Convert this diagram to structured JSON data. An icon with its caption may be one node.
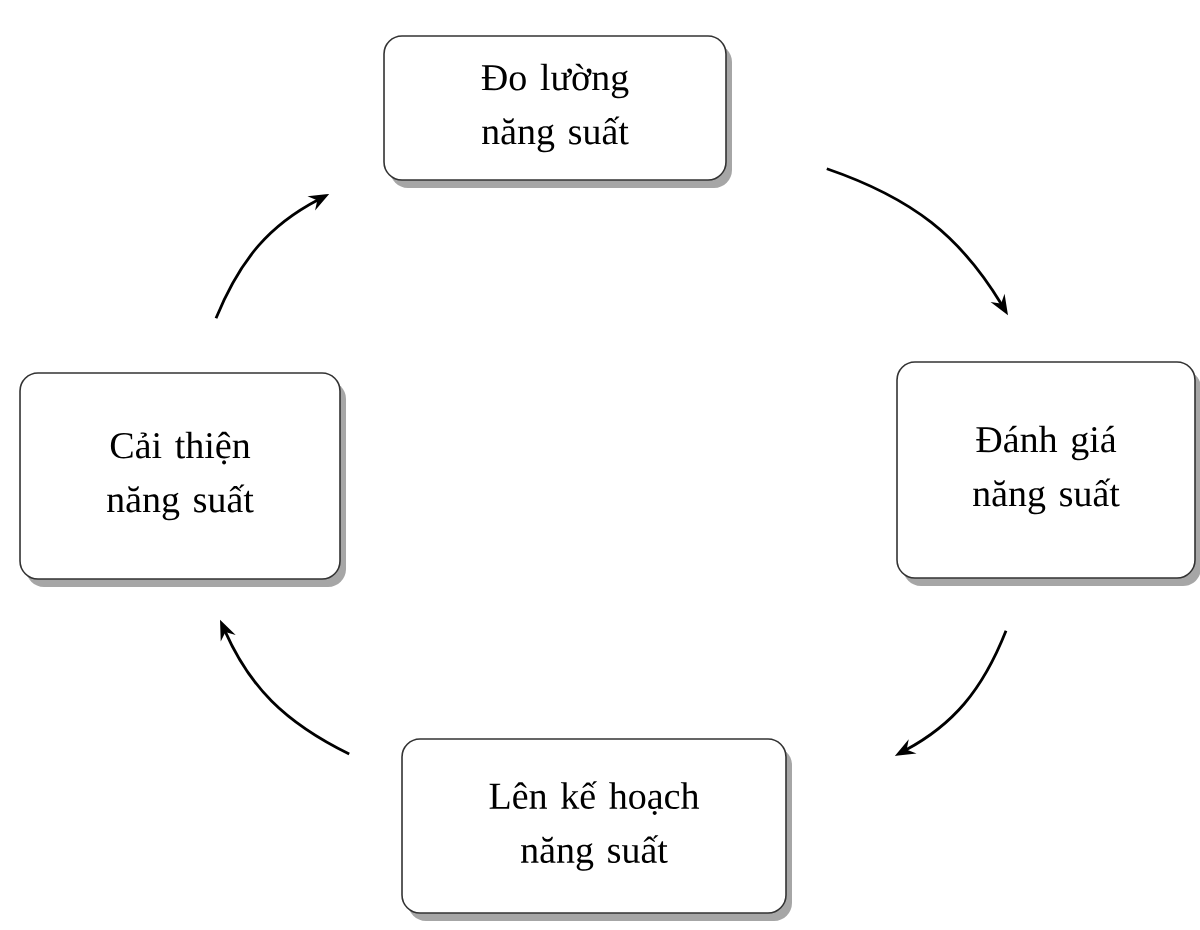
{
  "diagram": {
    "nodes": [
      {
        "text": [
          "Đo lường năng suất"
        ]
      },
      {
        "text": [
          "Đánh giá năng suất"
        ]
      },
      {
        "text": [
          "Lên kế hoạch năng suất"
        ]
      },
      {
        "text": [
          "Cải thiện năng suất"
        ]
      }
    ],
    "edges": [
      {
        "from": 0,
        "to": 1,
        "arrow": "to"
      },
      {
        "from": 1,
        "to": 2,
        "arrow": "to"
      },
      {
        "from": 2,
        "to": 3,
        "arrow": "to"
      },
      {
        "from": 3,
        "to": 0,
        "arrow": "to"
      }
    ]
  }
}
